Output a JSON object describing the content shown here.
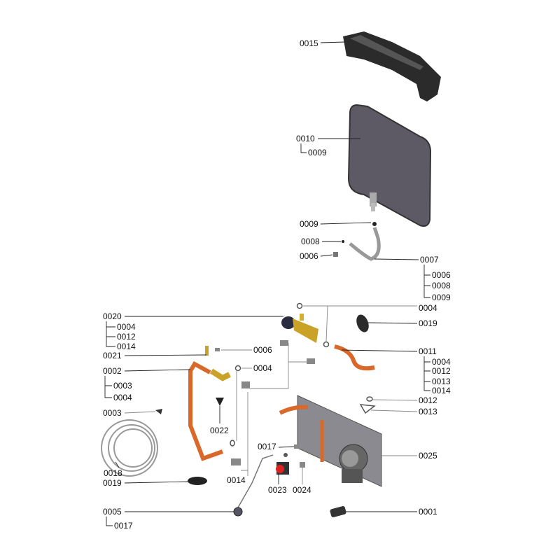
{
  "title": "Exploded parts diagram",
  "labels": {
    "p0015": "0015",
    "p0010": "0010",
    "p0010_sub1": "0009",
    "p0009": "0009",
    "p0008": "0008",
    "p0006a": "0006",
    "p0007": "0007",
    "p0007_sub1": "0006",
    "p0007_sub2": "0008",
    "p0007_sub3": "0009",
    "p0004a": "0004",
    "p0019a": "0019",
    "p0020": "0020",
    "p0020_sub1": "0004",
    "p0020_sub2": "0012",
    "p0020_sub3": "0014",
    "p0021": "0021",
    "p0006b": "0006",
    "p0004b": "0004",
    "p0011": "0011",
    "p0011_sub1": "0004",
    "p0011_sub2": "0012",
    "p0011_sub3": "0013",
    "p0011_sub4": "0014",
    "p0002": "0002",
    "p0002_sub1": "0003",
    "p0002_sub2": "0004",
    "p0012": "0012",
    "p0013": "0013",
    "p0003": "0003",
    "p0022": "0022",
    "p0017": "0017",
    "p0025": "0025",
    "p0014": "0014",
    "p0018": "0018",
    "p0019b": "0019",
    "p0023": "0023",
    "p0024": "0024",
    "p0005": "0005",
    "p0005_sub1": "0017",
    "p0001": "0001"
  },
  "colors": {
    "copper": "#d9692a",
    "brass": "#c9a227",
    "dark": "#2b2b2b",
    "tank": "#5d5a66",
    "plate": "#8a8a90"
  }
}
